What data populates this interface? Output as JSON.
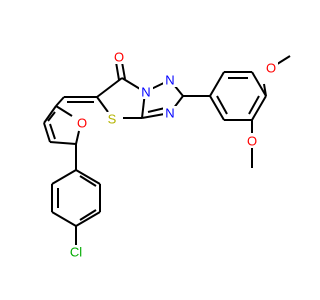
{
  "molecule": {
    "atom_labels": {
      "carbonyl_oxygen": "O",
      "thiazole_sulfur": "S",
      "triazole_n1": "N",
      "triazole_n2": "N",
      "triazole_n3": "N",
      "furan_oxygen": "O",
      "methoxy_oxygen_1": "O",
      "methoxy_oxygen_2": "O",
      "chlorine": "Cl"
    },
    "colors": {
      "bond": "#000000",
      "carbon": "#000000",
      "oxygen": "#ff0000",
      "nitrogen": "#0000ff",
      "sulfur": "#b3b300",
      "chlorine": "#00aa00"
    }
  }
}
